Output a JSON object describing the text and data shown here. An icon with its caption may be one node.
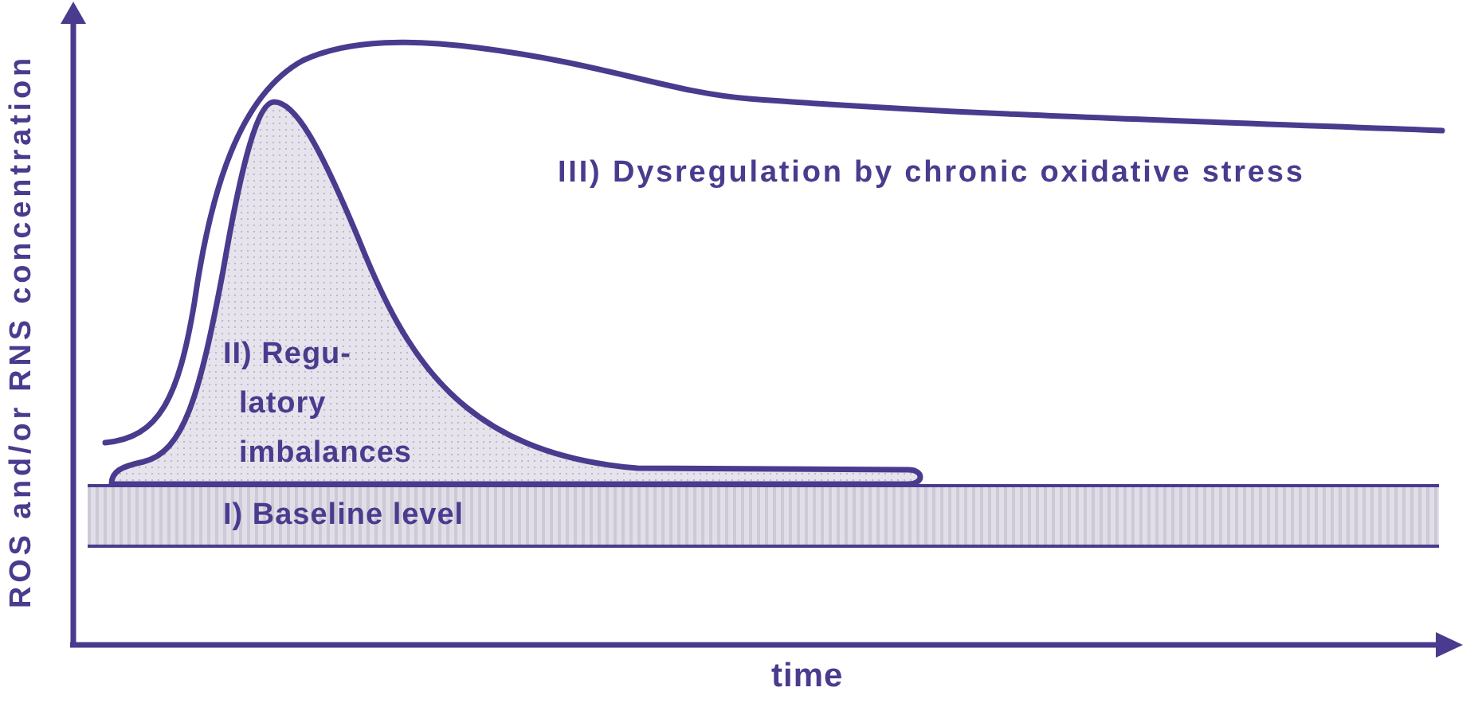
{
  "diagram": {
    "nodes": [
      {
        "text": [
          "II) Regu- latory imbalances"
        ]
      },
      {
        "text": [
          "I) Baseline level"
        ]
      }
    ],
    "labels": [
      "ROS and/or RNS concentration",
      "III) Dysregulation by chronic oxidative stress",
      "time"
    ]
  }
}
